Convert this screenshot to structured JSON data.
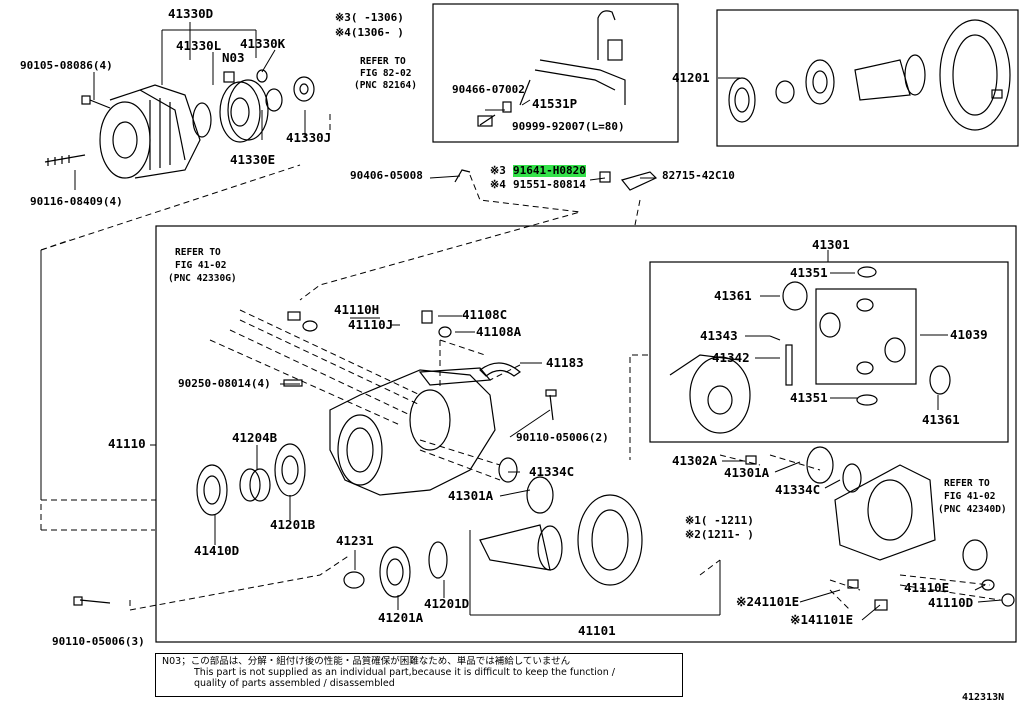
{
  "diagram_id": "412313N",
  "footer": {
    "jp": "N03；この部品は、分解・組付け後の性能・品質確保が困難なため、単品では補給していません",
    "en1": "This part is not supplied as an individual part,because it is difficult to keep the function /",
    "en2": "quality of parts assembled / disassembled"
  },
  "labels": {
    "p41330D": "41330D",
    "p90105": "90105-08086(4)",
    "p41330L": "41330L",
    "p41330K": "41330K",
    "n03": "N03",
    "p41330J": "41330J",
    "p41330E": "41330E",
    "p90116": "90116-08409(4)",
    "m3a": "※3(   -1306)",
    "m4a": "※4(1306-   )",
    "refer82": "REFER TO",
    "fig82": "FIG 82-02",
    "pnc82": "(PNC 82164)",
    "p90466": "90466-07002",
    "p41531P": "41531P",
    "p90999": "90999-92007(L=80)",
    "p90406": "90406-05008",
    "m3b": "※3",
    "p91641": "91641-H0820",
    "m4b": "※4",
    "p91551": "91551-80814",
    "p82715": "82715-42C10",
    "p41201": "41201",
    "referL": "REFER TO",
    "figL": "FIG 41-02",
    "pncL": "(PNC 42330G)",
    "p41110H": "41110H",
    "p41110J": "41110J",
    "p41108C": "41108C",
    "p41108A": "41108A",
    "p41183": "41183",
    "p90250": "90250-08014(4)",
    "p90110a": "90110-05006(2)",
    "p41110": "41110",
    "p41204B": "41204B",
    "p41334Ca": "41334C",
    "p41301Aa": "41301A",
    "p41410D": "41410D",
    "p41201B": "41201B",
    "p41231": "41231",
    "p41201A": "41201A",
    "p41201D": "41201D",
    "p90110b": "90110-05006(3)",
    "p41101": "41101",
    "p41301": "41301",
    "p41351a": "41351",
    "p41361a": "41361",
    "p41343": "41343",
    "p41342": "41342",
    "p41039": "41039",
    "p41351b": "41351",
    "p41361b": "41361",
    "p41302A": "41302A",
    "p41301Ab": "41301A",
    "p41334Cb": "41334C",
    "referR": "REFER TO",
    "figR": "FIG 41-02",
    "pncR": "(PNC 42340D)",
    "m1": "※1(   -1211)",
    "m2": "※2(1211-   )",
    "p41101E2": "※241101E",
    "p41101E1": "※141101E",
    "p41110E": "41110E",
    "p41110D": "41110D"
  }
}
